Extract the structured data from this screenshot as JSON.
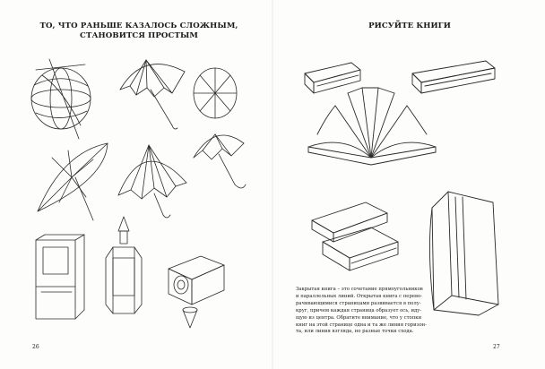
{
  "left_page": {
    "heading_lines": [
      "ТО, ЧТО РАНЬШЕ КАЗАЛОСЬ СЛОЖНЫМ,",
      "СТАНОВИТСЯ ПРОСТЫМ"
    ],
    "page_number": "26",
    "illustrations": [
      "sphere-sketch",
      "umbrella-open-sketch",
      "circle-segments-sketch",
      "umbrella-flat-sketch",
      "umbrella-perspective-sketch",
      "umbrella-small-sketch",
      "glass-box-sketch",
      "perfume-bottle-sketch",
      "matchbox-sketch",
      "pendant-cone-sketch"
    ]
  },
  "right_page": {
    "heading": "РИСУЙТЕ КНИГИ",
    "page_number": "27",
    "caption_lines": [
      "Закрытая книга – это сочетание прямоугольников",
      "и параллельных линий. Открытая книга с перево-",
      "рачивающимися страницами развивается в полу-",
      "круг, причем каждая страница образует ось, иду-",
      "щую из центра. Обратите внимание, что у стопки",
      "книг на этой странице одна и та же линия горизон-",
      "та, или линия взгляда, но разные точки схода."
    ],
    "illustrations": [
      "closed-book-left-sketch",
      "closed-book-right-sketch",
      "open-book-fan-sketch",
      "book-stack-sketch",
      "standing-book-sketch"
    ]
  }
}
